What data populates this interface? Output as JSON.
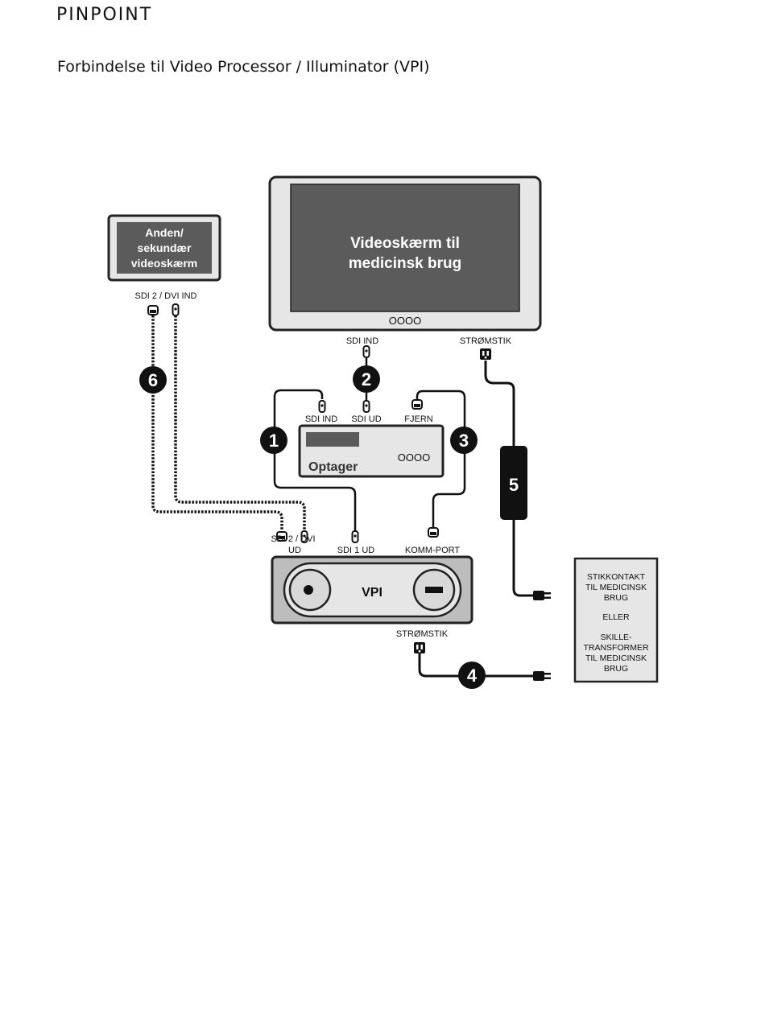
{
  "header": {
    "brand": "PINPOINT",
    "title": "Forbindelse til Video Processor / Illuminator (VPI)"
  },
  "devices": {
    "monitor": {
      "line1": "Videoskærm til",
      "line2": "medicinsk brug",
      "buttons": "OOOO"
    },
    "secondary": {
      "line1": "Anden/",
      "line2": "sekundær",
      "line3": "videoskærm"
    },
    "recorder": {
      "label": "Optager",
      "buttons": "OOOO"
    },
    "vpi": {
      "label": "VPI"
    },
    "outlet": {
      "line1": "STIKKONTAKT",
      "line2": "TIL MEDICINSK",
      "line3": "BRUG",
      "line4": "ELLER",
      "line5": "SKILLE-",
      "line6": "TRANSFORMER",
      "line7": "TIL MEDICINSK",
      "line8": "BRUG"
    }
  },
  "labels": {
    "monitor_sdi_in": "SDI IND",
    "monitor_power": "STRØMSTIK",
    "secondary_in": "SDI 2 / DVI IND",
    "rec_sdi_in": "SDI IND",
    "rec_sdi_out": "SDI UD",
    "rec_remote": "FJERN",
    "vpi_sdi2_line1": "SDI 2 / DVI",
    "vpi_sdi2_line2": "UD",
    "vpi_sdi1": "SDI 1 UD",
    "vpi_comm": "KOMM-PORT",
    "vpi_power": "STRØMSTIK"
  },
  "callouts": {
    "c1": "1",
    "c2": "2",
    "c3": "3",
    "c4": "4",
    "c5": "5",
    "c6": "6"
  }
}
